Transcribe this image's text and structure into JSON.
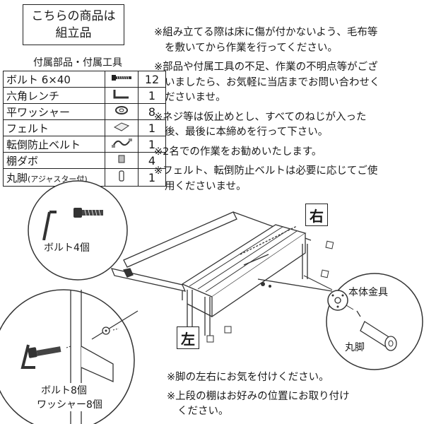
{
  "header": {
    "line1": "こちらの商品は",
    "line2": "組立品"
  },
  "parts": {
    "heading": "付属部品・付属工具",
    "rows": [
      {
        "name": "ボルト 6×40",
        "icon": "bolt-icon",
        "qty": "12"
      },
      {
        "name": "六角レンチ",
        "icon": "hex-wrench-icon",
        "qty": "1"
      },
      {
        "name": "平ワッシャー",
        "icon": "washer-icon",
        "qty": "8"
      },
      {
        "name": "フェルト",
        "icon": "felt-pad-icon",
        "qty": "1"
      },
      {
        "name": "転倒防止ベルト",
        "icon": "anti-tip-belt-icon",
        "qty": "1"
      },
      {
        "name": "棚ダボ",
        "icon": "shelf-dowel-icon",
        "qty": "4"
      },
      {
        "name": "丸脚",
        "name_note": "(アジャスター付)",
        "icon": "round-leg-icon",
        "qty": "1"
      }
    ]
  },
  "notes": [
    [
      "※組み立てる際は床に傷が付かないよう、毛布等",
      "を敷いてから作業を行ってください。"
    ],
    [
      "※部品や付属工具の不足、作業の不明点等がござ",
      "いましたら、お気軽に当店までお問い合わせく",
      "ださいませ。"
    ],
    [
      "※ネジ等は仮止めとし、すべてのねじが入った",
      "後、最後に本締めを行って下さい。"
    ],
    [
      "※2名での作業をお勧めいたします。"
    ],
    [
      "※フェルト、転倒防止ベルトは必要に応じてご使",
      "用くださいませ。"
    ]
  ],
  "diagram": {
    "right_label": "右",
    "left_label": "左",
    "callout_top": "ボルト4個",
    "callout_bottom_1": "ボルト8個",
    "callout_bottom_2": "ワッシャー8個",
    "body_bracket": "本体金具",
    "round_leg": "丸脚"
  },
  "bottom_notes": [
    [
      "※脚の左右にお気を付けください。"
    ],
    [
      "※上段の棚はお好みの位置にお取り付け",
      "ください。"
    ]
  ]
}
